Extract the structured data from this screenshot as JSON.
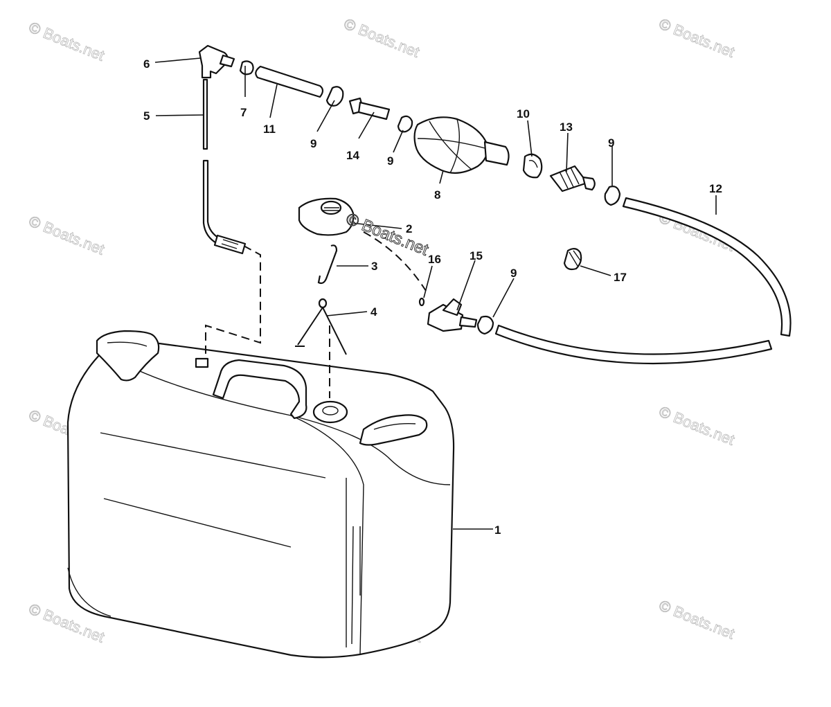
{
  "watermark": "© Boats.net",
  "callouts": [
    {
      "id": "1",
      "label": "1"
    },
    {
      "id": "2",
      "label": "2"
    },
    {
      "id": "3",
      "label": "3"
    },
    {
      "id": "4",
      "label": "4"
    },
    {
      "id": "5",
      "label": "5"
    },
    {
      "id": "6",
      "label": "6"
    },
    {
      "id": "7",
      "label": "7"
    },
    {
      "id": "8",
      "label": "8"
    },
    {
      "id": "9a",
      "label": "9"
    },
    {
      "id": "9b",
      "label": "9"
    },
    {
      "id": "9c",
      "label": "9"
    },
    {
      "id": "9d",
      "label": "9"
    },
    {
      "id": "10",
      "label": "10"
    },
    {
      "id": "11",
      "label": "11"
    },
    {
      "id": "12",
      "label": "12"
    },
    {
      "id": "13",
      "label": "13"
    },
    {
      "id": "14",
      "label": "14"
    },
    {
      "id": "15",
      "label": "15"
    },
    {
      "id": "16",
      "label": "16"
    },
    {
      "id": "17",
      "label": "17"
    }
  ]
}
